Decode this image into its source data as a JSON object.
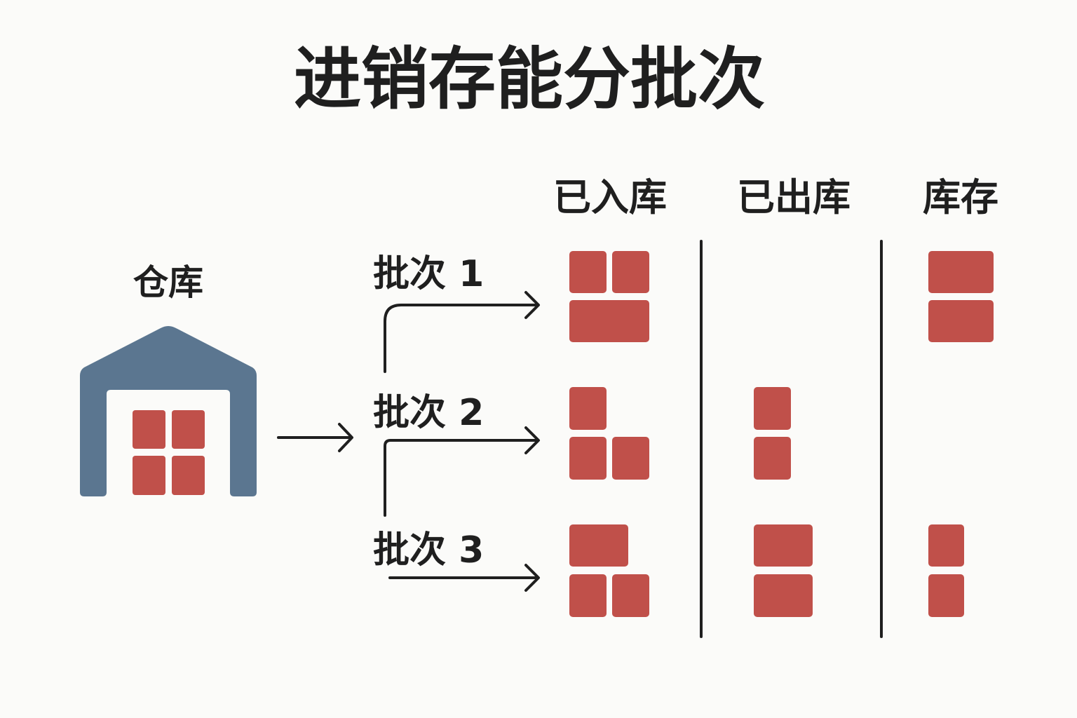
{
  "title": "进销存能分批次",
  "warehouse": {
    "label": "仓库",
    "building_color": "#5b7690",
    "box_color": "#c0504a"
  },
  "columns": {
    "received": "已入库",
    "shipped": "已出库",
    "stock": "库存"
  },
  "batches": [
    {
      "label": "批次 1"
    },
    {
      "label": "批次 2"
    },
    {
      "label": "批次 3"
    }
  ],
  "colors": {
    "box": "#c0504a",
    "ink": "#1f1f1f",
    "background": "#fbfbf9"
  }
}
